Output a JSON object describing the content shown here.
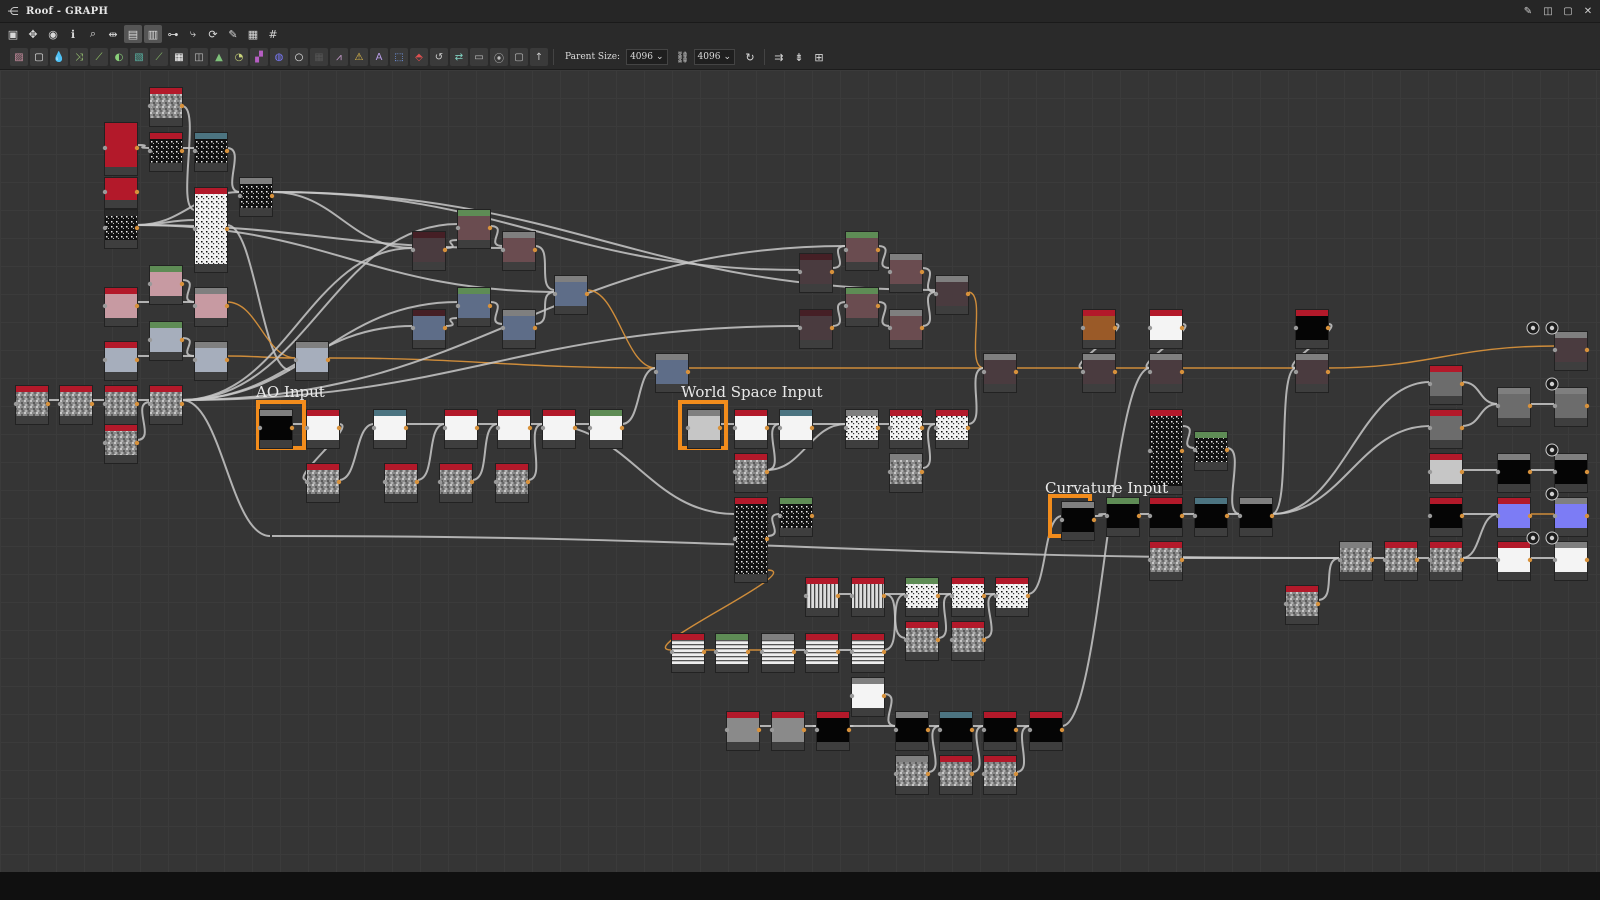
{
  "window": {
    "title": "Roof - GRAPH",
    "controls": [
      "pin-icon",
      "split-icon",
      "maximize-icon",
      "close-icon"
    ]
  },
  "toolbar_top": {
    "icons": [
      "frame-all-icon",
      "move-icon",
      "camera-icon",
      "info-icon",
      "search-icon",
      "link-icon",
      "layout-icon",
      "display-icon",
      "connect-icon",
      "route-icon",
      "refresh-icon",
      "tools-icon",
      "snapshot-icon",
      "grid-icon"
    ]
  },
  "toolbar_nodes": {
    "icons": [
      "bitmap-icon",
      "svg-icon",
      "fill-icon",
      "shuffle-icon",
      "curve-icon",
      "gradient-icon",
      "warp-icon",
      "levels-icon",
      "grid-node-icon",
      "blend-icon",
      "mask-icon",
      "hsl-icon",
      "emboss-icon",
      "normal-icon",
      "circle-icon",
      "noise-icon",
      "checker-icon",
      "histogram-icon",
      "warning-icon",
      "text-icon",
      "transform-icon",
      "paint-icon",
      "swap-icon",
      "comment-icon",
      "pin-node-icon",
      "frame-node-icon",
      "upload-icon"
    ],
    "parent_size_label": "Parent Size:",
    "width_value": "4096",
    "height_value": "4096",
    "link_icon": "chain-icon",
    "reset_icon": "reset-icon",
    "extra_icons": [
      "output-icon",
      "input-icon",
      "merge-icon"
    ]
  },
  "frames": {
    "ao": "AO Input",
    "world": "World Space Input",
    "curvature": "Curvature Input"
  },
  "colors": {
    "canvas": "#353535",
    "wire": "#c8c8c8",
    "wire_orange": "#d7913b",
    "frame_orange": "#f28c1c",
    "header_red": "#b3192a",
    "header_green": "#5e8c55",
    "header_gray": "#7f7f7f",
    "header_teal": "#4c7481",
    "header_pink": "#c78c93",
    "header_dark": "#451f25"
  }
}
